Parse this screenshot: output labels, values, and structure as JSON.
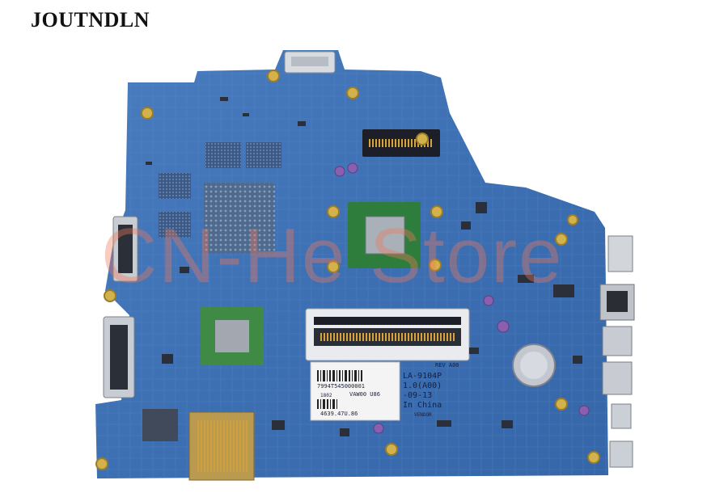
{
  "brand": {
    "name": "JOUTNDLN"
  },
  "watermark": {
    "text": "CN-He Store"
  },
  "board": {
    "model": "LA-9104P",
    "revision": "1.0(A00)",
    "date": "-09-13",
    "origin": "In China",
    "rev_label": "REV A00",
    "vendor_label": "VENDOR",
    "sticker_code": "VAW00 U86",
    "sticker_small": "1802",
    "serial_partial": "4639.47U.86",
    "barcode_number": "7994T545000001"
  },
  "colors": {
    "pcb": "#3d6fb3",
    "pcb_dark": "#2a4f8a",
    "gold": "#c8952c",
    "silver": "#c9ced6"
  }
}
